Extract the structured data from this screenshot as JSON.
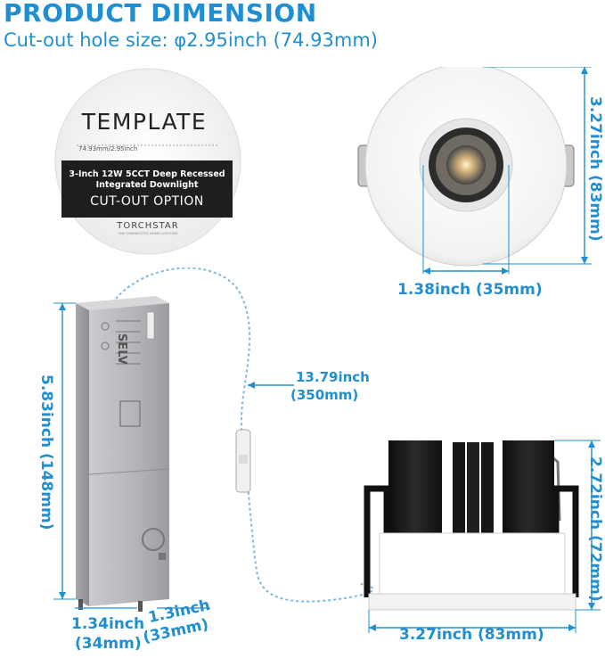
{
  "header": {
    "title": "PRODUCT DIMENSION",
    "subtitle": "Cut-out hole size: φ2.95inch (74.93mm)"
  },
  "template_card": {
    "title": "TEMPLATE",
    "size_text": "74.93mm/2.95inch",
    "desc_line1": "3-Inch 12W 5CCT Deep Recessed",
    "desc_line2": "Integrated Downlight",
    "cutout": "CUT-OUT OPTION",
    "brand": "TORCHSTAR",
    "brand_tagline": "THE CONNECTED HOME LIGHTING"
  },
  "dimensions": {
    "top_light_height": "3.27inch (83mm)",
    "lens_width": "1.38inch (35mm)",
    "cable_length_line1": "13.79inch",
    "cable_length_line2": "(350mm)",
    "driver_height": "5.83inch (148mm)",
    "driver_width_a_line1": "1.34inch",
    "driver_width_a_line2": "(34mm)",
    "driver_width_b_line1": "1.3inch",
    "driver_width_b_line2": "(33mm)",
    "fixture_height": "2.72inch (72mm)",
    "fixture_width": "3.27inch (83mm)"
  },
  "driver_box": {
    "label_selv": "SELV"
  },
  "colors": {
    "accent": "#1f8fd1",
    "driver_box": "#b7b9bc",
    "cable": "#7fb8dc",
    "heatsink": "#1b1b1b"
  }
}
